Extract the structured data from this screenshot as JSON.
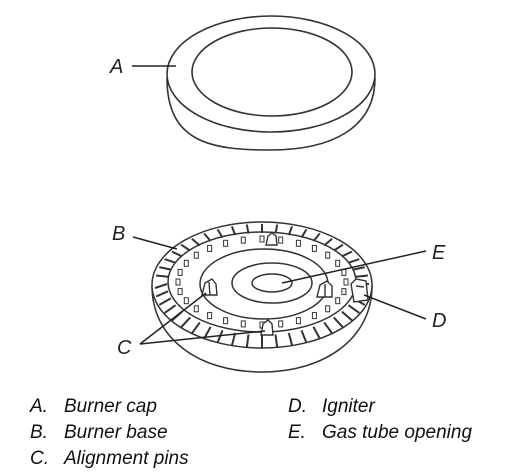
{
  "callouts": {
    "a": "A",
    "b": "B",
    "c": "C",
    "d": "D",
    "e": "E"
  },
  "legend": [
    {
      "key": "A.",
      "label": "Burner cap"
    },
    {
      "key": "B.",
      "label": "Burner base"
    },
    {
      "key": "C.",
      "label": "Alignment pins"
    },
    {
      "key": "D.",
      "label": "Igniter"
    },
    {
      "key": "E.",
      "label": "Gas tube opening"
    }
  ],
  "colors": {
    "line": "#333333",
    "fill": "#ffffff"
  }
}
